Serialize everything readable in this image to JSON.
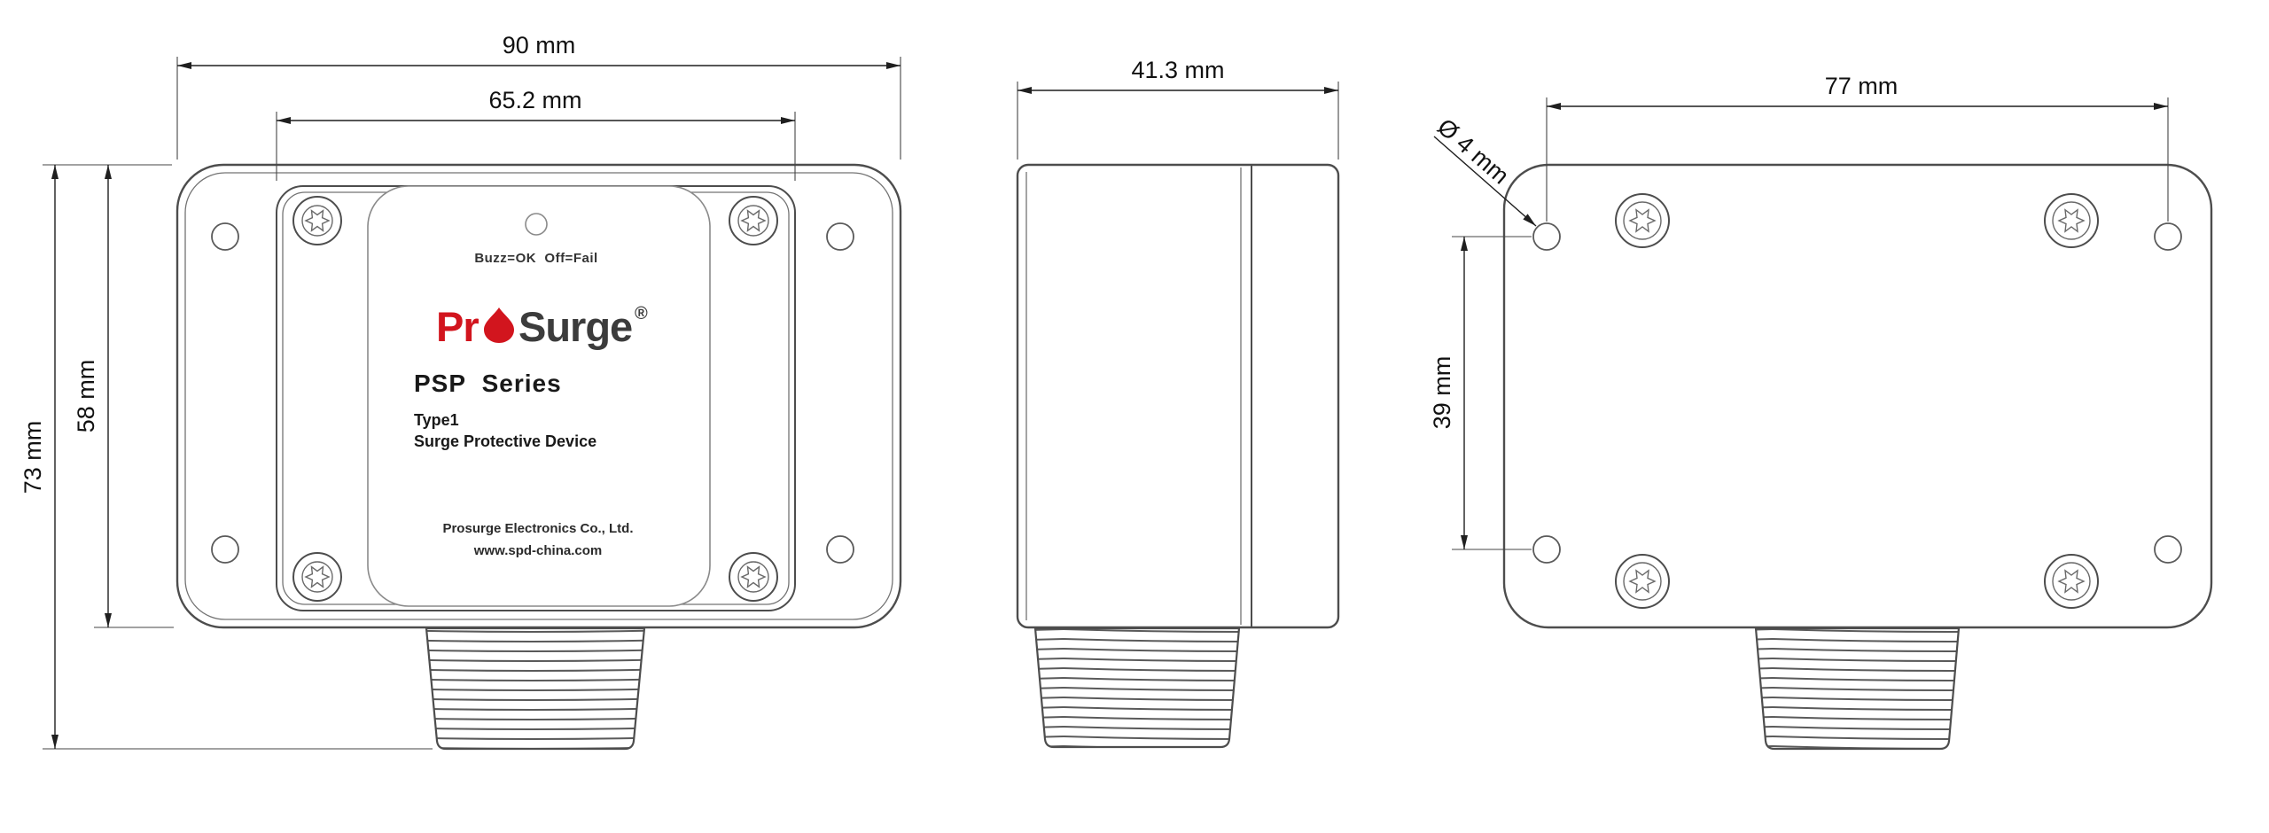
{
  "dimensions": {
    "front_overall_width": "90 mm",
    "front_cover_width": "65.2 mm",
    "front_overall_height": "73 mm",
    "front_body_height": "58 mm",
    "side_depth": "41.3 mm",
    "back_hole_span_horizontal": "77 mm",
    "back_hole_vertical_span": "39 mm",
    "back_hole_diameter": "Ø 4 mm"
  },
  "product_label": {
    "led_status": "Buzz=OK  Off=Fail",
    "brand_prefix": "Pr",
    "brand_suffix": "Surge",
    "brand_registered": "®",
    "series": "PSP  Series",
    "type_line": "Type1",
    "device_line": "Surge Protective Device",
    "company": "Prosurge Electronics Co., Ltd.",
    "website": "www.spd-china.com"
  },
  "colors": {
    "outline": "#4d4d4d",
    "dimension": "#1f1f1f",
    "brand_red": "#d2151e",
    "brand_dark": "#3c3c3c"
  }
}
